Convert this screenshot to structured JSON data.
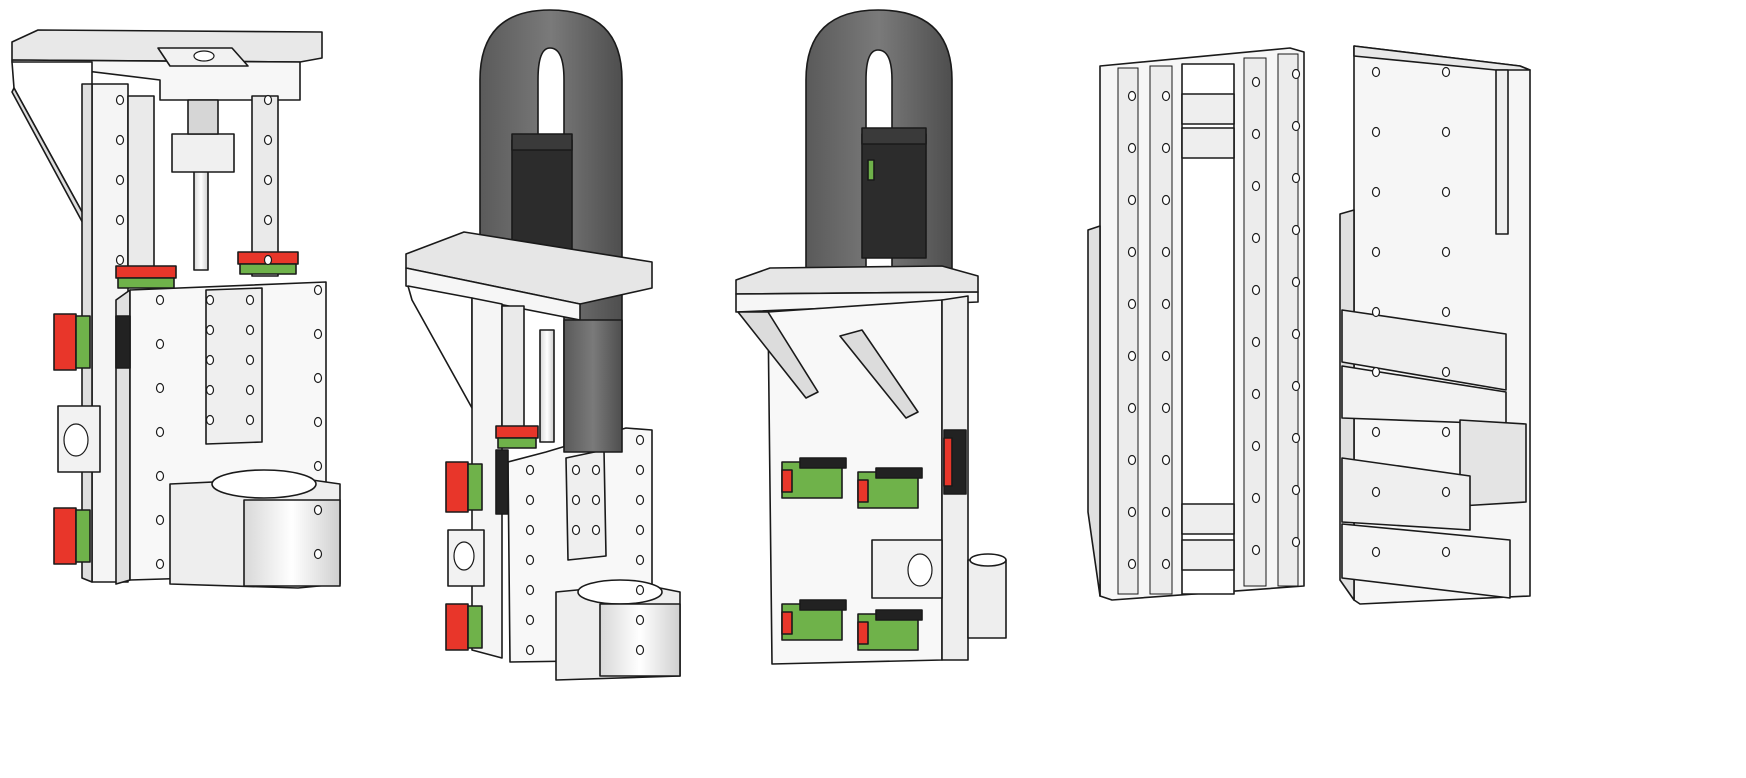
{
  "scene": {
    "assemblies": [
      "z-axis-assembly-front",
      "z-axis-assembly-with-motor-left",
      "z-axis-assembly-with-motor-right",
      "back-plate-parts"
    ]
  },
  "colors": {
    "background": "#ffffff",
    "aluminium_light": "#f4f4f4",
    "aluminium_mid": "#e2e2e2",
    "aluminium_dark": "#c9c9c9",
    "cable_carrier": "#6e6e6e",
    "cable_carrier_dark": "#4a4a4a",
    "motor": "#2c2c2c",
    "rail_block_green": "#6fb24a",
    "rail_block_red": "#e8362a",
    "rail_block_black": "#222222",
    "edge": "#1a1a1a"
  },
  "icons": {
    "linear_block": "linear-guide-block-icon",
    "motor": "stepper-motor-icon",
    "spindle_clamp": "spindle-clamp-icon",
    "bearing_block": "bearing-block-icon"
  }
}
